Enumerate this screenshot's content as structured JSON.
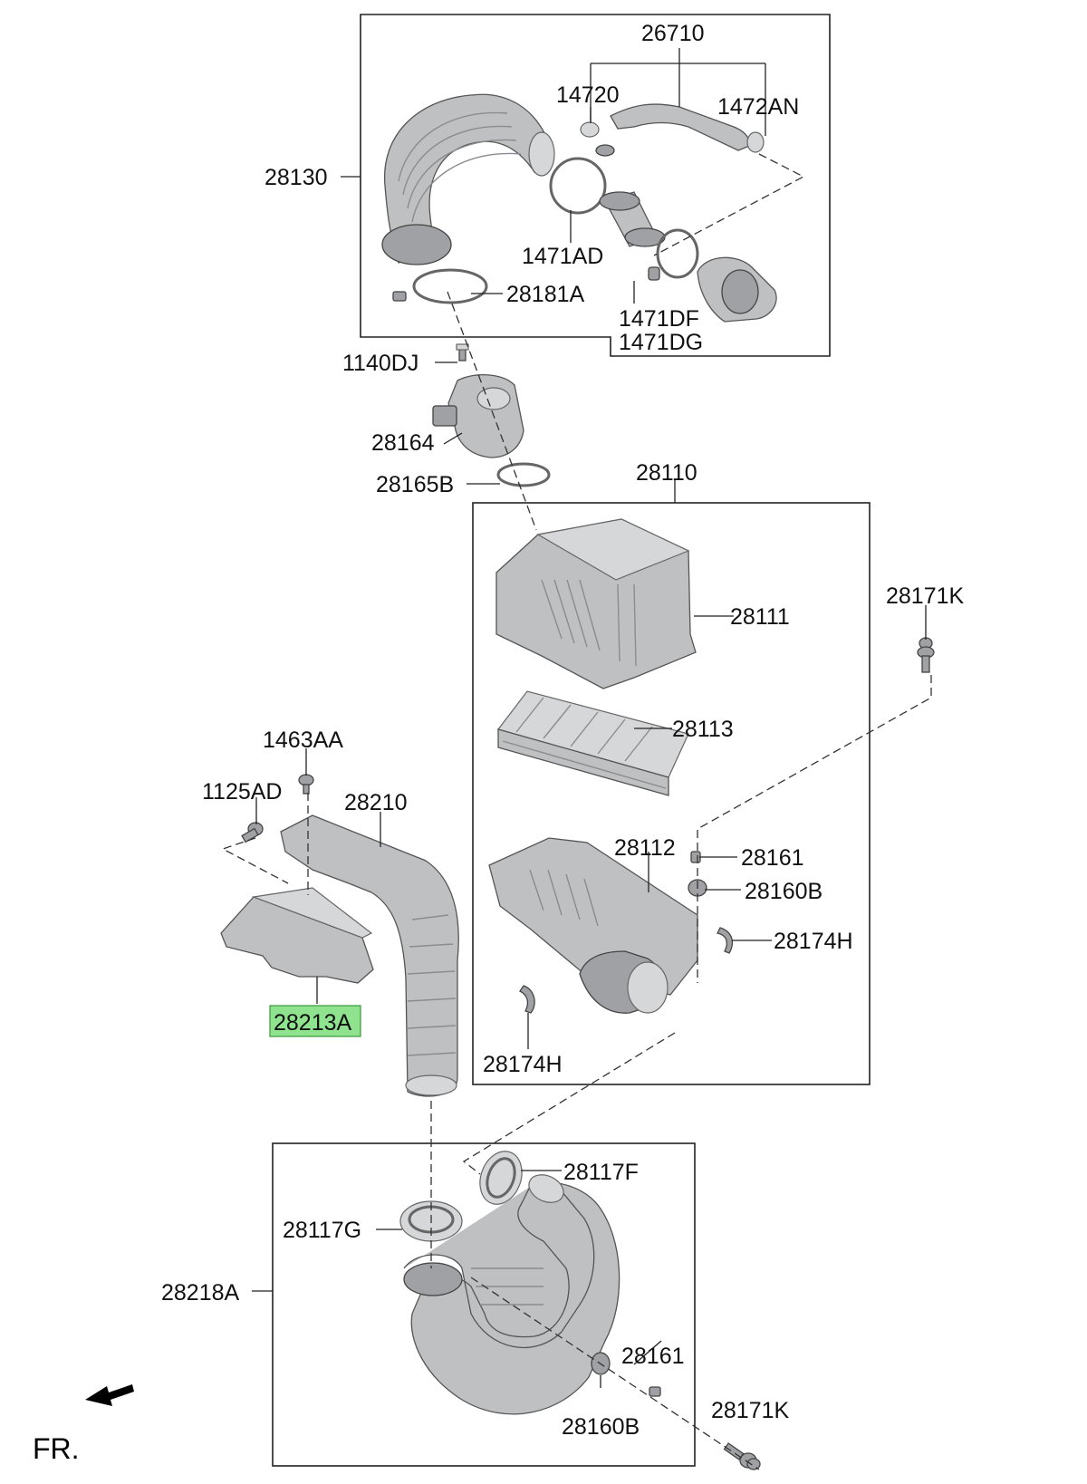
{
  "diagram": {
    "orientation_label": "FR.",
    "highlight_color": "#8fe38f",
    "labels": {
      "l26710": "26710",
      "l14720": "14720",
      "l1472AN": "1472AN",
      "l28130": "28130",
      "l1471AD": "1471AD",
      "l28181A": "28181A",
      "l1471DF": "1471DF",
      "l1471DG": "1471DG",
      "l1140DJ": "1140DJ",
      "l28164": "28164",
      "l28165B": "28165B",
      "l28110": "28110",
      "l28111": "28111",
      "l28171K_top": "28171K",
      "l28113": "28113",
      "l1463AA": "1463AA",
      "l1125AD": "1125AD",
      "l28210": "28210",
      "l28112": "28112",
      "l28161_top": "28161",
      "l28160B_top": "28160B",
      "l28174H_right": "28174H",
      "l28213A": "28213A",
      "l28174H_left": "28174H",
      "l28117F": "28117F",
      "l28117G": "28117G",
      "l28218A": "28218A",
      "l28161_bottom": "28161",
      "l28171K_bottom": "28171K",
      "l28160B_bottom": "28160B"
    }
  }
}
